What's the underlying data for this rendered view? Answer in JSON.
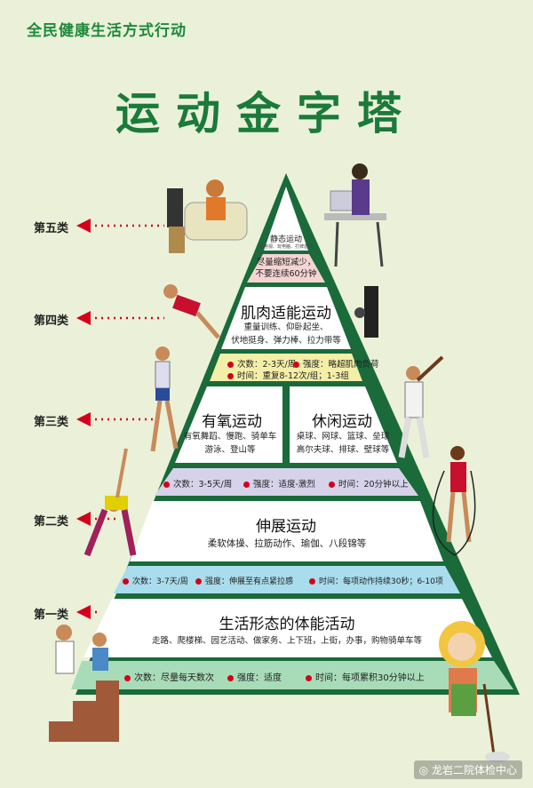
{
  "header": {
    "subtitle": "全民健康生活方式行动",
    "title": "运动金字塔"
  },
  "categories": [
    "第五类",
    "第四类",
    "第三类",
    "第二类",
    "第一类"
  ],
  "levels": {
    "level5": {
      "title": "静态运动",
      "note": "看电视、玩电脑、打牌游戏",
      "bar_line1": "尽量缩短减少，",
      "bar_line2": "不要连续60分钟"
    },
    "level4": {
      "title": "肌肉适能运动",
      "line1": "重量训练、仰卧起坐、",
      "line2": "伏地挺身、弹力棒、拉力带等",
      "bar": [
        "次数：2-3天/周",
        "强度：略超肌肉负荷",
        "时间：重复8-12次/组；1-3组"
      ]
    },
    "level3": {
      "left_title": "有氧运动",
      "left_line1": "有氧舞蹈、慢跑、骑单车",
      "left_line2": "游泳、登山等",
      "right_title": "休闲运动",
      "right_line1": "桌球、网球、篮球、垒球",
      "right_line2": "高尔夫球、排球、壁球等",
      "bar": [
        "次数：3-5天/周",
        "强度：适度-激烈",
        "时间：20分钟以上"
      ]
    },
    "level2": {
      "title": "伸展运动",
      "line1": "柔软体操、拉筋动作、瑜伽、八段锦等",
      "bar": [
        "次数：3-7天/周",
        "强度：伸展至有点紧拉感",
        "时间：每项动作持续30秒；6-10项"
      ]
    },
    "level1": {
      "title": "生活形态的体能活动",
      "line1": "走路、爬楼梯、园艺活动、做家务、上下班，上街，办事，购物骑单车等",
      "bar": [
        "次数：尽量每天数次",
        "强度：适度",
        "时间：每项累积30分钟以上"
      ]
    }
  },
  "footer": {
    "watermark": "龙岩二院体检中心"
  },
  "colors": {
    "frame": "#1a6a3a",
    "bar5": "#f6d4d4",
    "bar4": "#f4efa8",
    "bar3": "#d6d2ea",
    "bar2": "#a9dcec",
    "bar1": "#a8dcb8",
    "arrow": "#d4001b"
  }
}
